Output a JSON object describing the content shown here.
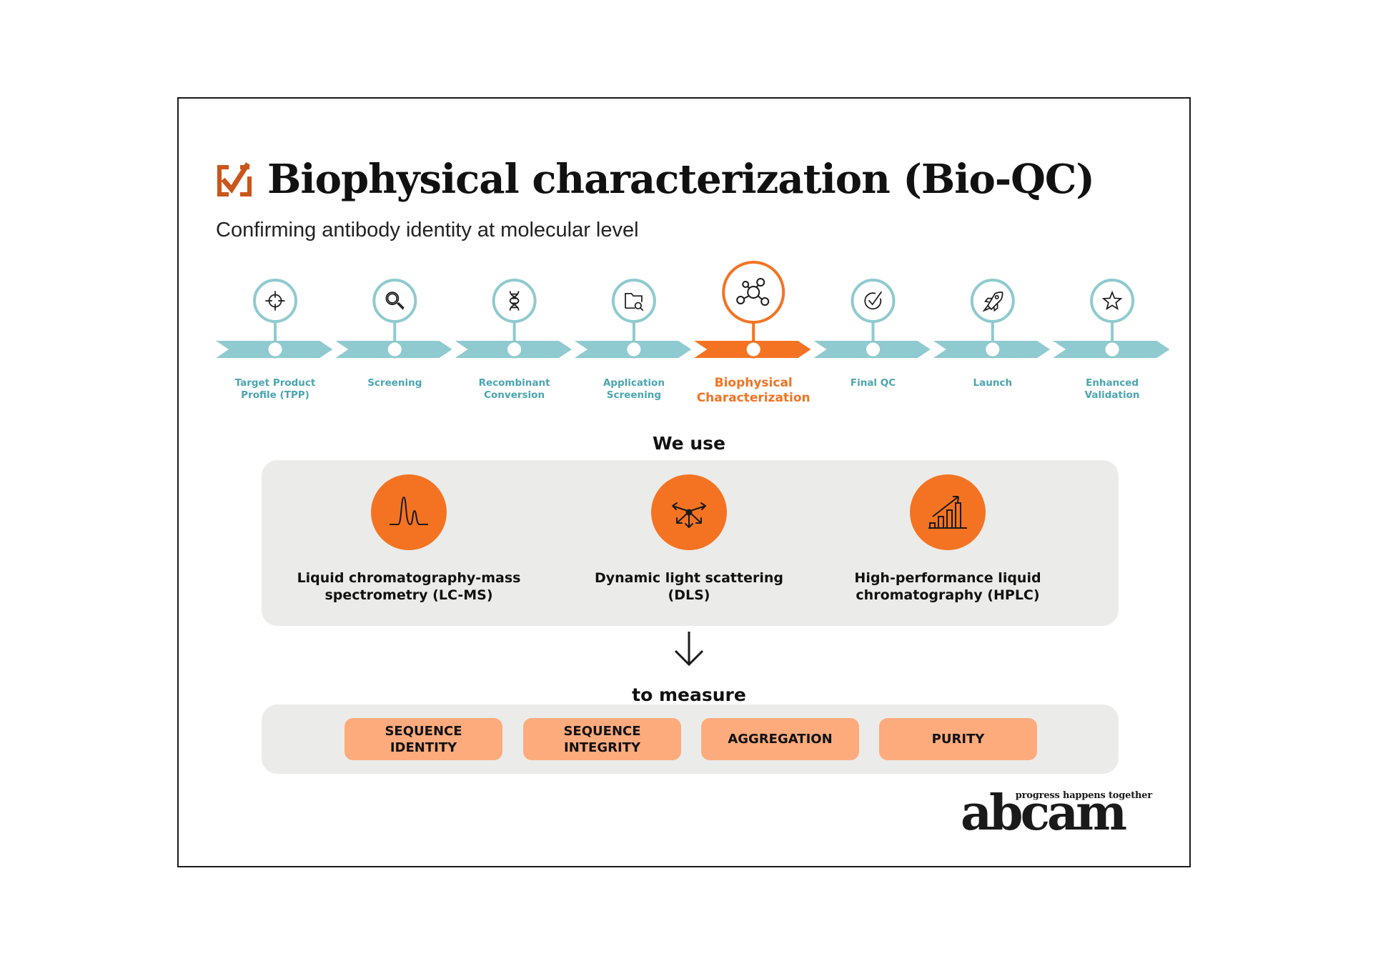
{
  "header": {
    "title": "Biophysical characterization (Bio-QC)",
    "subtitle": "Confirming antibody identity at molecular level",
    "icon": "checkbox-checked-icon"
  },
  "colors": {
    "accent_orange": "#f47322",
    "teal": "#8fcad0",
    "teal_text": "#4aa5b0",
    "title_check": "#c9561c",
    "panel_bg": "#ebebea",
    "pill_bg": "#fdab7c"
  },
  "timeline": {
    "active_index": 4,
    "steps": [
      {
        "label": "Target Product Profile (TPP)",
        "line1": "Target Product",
        "line2": "Profile (TPP)",
        "icon": "crosshair-icon"
      },
      {
        "label": "Screening",
        "line1": "Screening",
        "line2": "",
        "icon": "magnifier-icon"
      },
      {
        "label": "Recombinant Conversion",
        "line1": "Recombinant",
        "line2": "Conversion",
        "icon": "dna-icon"
      },
      {
        "label": "Application Screening",
        "line1": "Application",
        "line2": "Screening",
        "icon": "folder-search-icon"
      },
      {
        "label": "Biophysical Characterization",
        "line1": "Biophysical",
        "line2": "Characterization",
        "icon": "molecule-icon"
      },
      {
        "label": "Final QC",
        "line1": "Final QC",
        "line2": "",
        "icon": "check-circle-icon"
      },
      {
        "label": "Launch",
        "line1": "Launch",
        "line2": "",
        "icon": "rocket-icon"
      },
      {
        "label": "Enhanced Validation",
        "line1": "Enhanced",
        "line2": "Validation",
        "icon": "star-icon"
      }
    ]
  },
  "methods": {
    "heading": "We use",
    "items": [
      {
        "line1": "Liquid chromatography-mass",
        "line2": "spectrometry (LC-MS)",
        "icon": "chromatogram-peaks-icon"
      },
      {
        "line1": "Dynamic light scattering",
        "line2": "(DLS)",
        "icon": "scatter-arrows-icon"
      },
      {
        "line1": "High-performance liquid",
        "line2": "chromatography (HPLC)",
        "icon": "bar-chart-trend-icon"
      }
    ]
  },
  "measure": {
    "heading": "to measure",
    "arrow_icon": "arrow-down-icon",
    "items": [
      {
        "line1": "SEQUENCE",
        "line2": "IDENTITY"
      },
      {
        "line1": "SEQUENCE",
        "line2": "INTEGRITY"
      },
      {
        "line1": "AGGREGATION",
        "line2": ""
      },
      {
        "line1": "PURITY",
        "line2": ""
      }
    ]
  },
  "logo": {
    "wordmark": "abcam",
    "tagline": "progress happens together"
  }
}
